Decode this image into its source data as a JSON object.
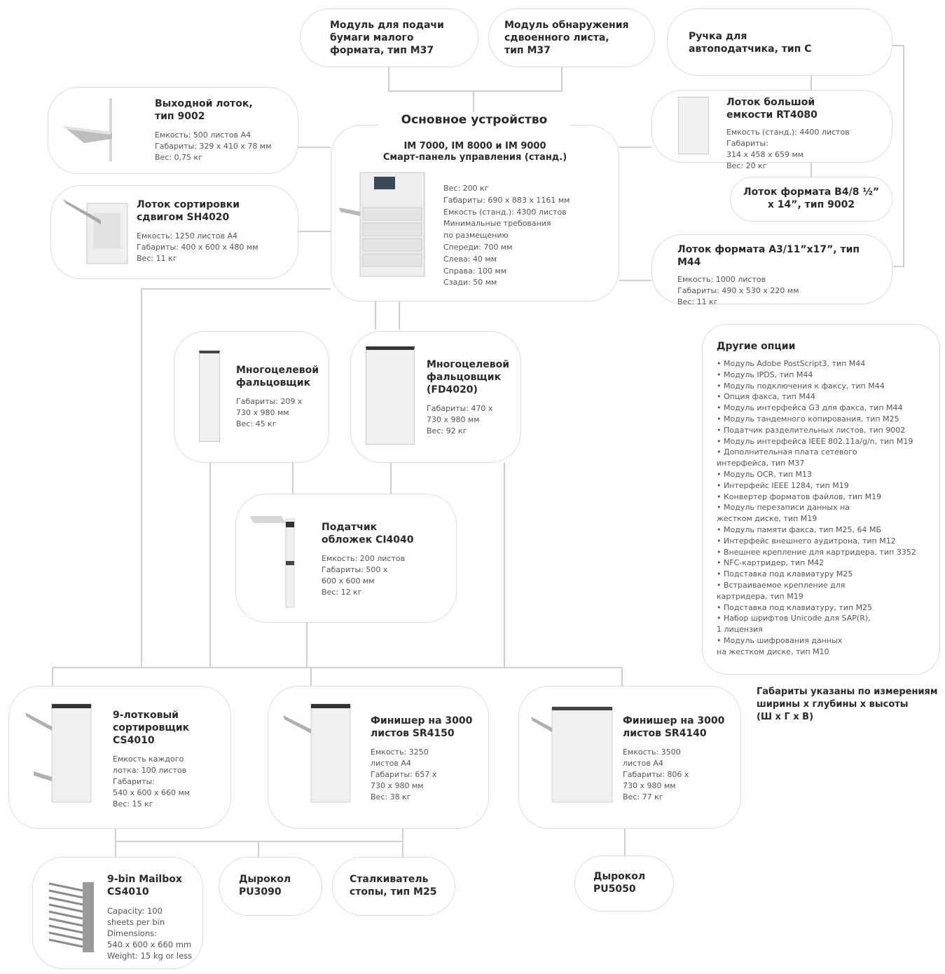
{
  "top_modules": {
    "small_paper": "Модуль для подачи\nбумаги малого\nформата, тип M37",
    "double_feed": "Модуль обнаружения\nсдвоенного листа,\nтип M37",
    "handle": "Ручка для\nавтоподатчика, тип C"
  },
  "main_unit": {
    "title": "Основное устройство",
    "models": "IM 7000, IM 8000 и IM 9000\nСмарт-панель управления (станд.)",
    "specs": "Вес: 200 кг\nГабариты: 690 x 883 x 1161 мм\nЕмкость (станд.): 4300 листов\nМинимальные требования\nпо размещению\nСпереди: 700 мм\nСлева: 40 мм\nСправа: 100 мм\nСзади: 50 мм"
  },
  "output_tray": {
    "title": "Выходной лоток,\nтип 9002",
    "specs": "Емкость: 500 листов A4\nГабариты: 329 x 410 x 78 мм\nВес: 0,75 кг"
  },
  "shift_tray": {
    "title": "Лоток сортировки\nсдвигом SH4020",
    "specs": "Емкость: 1250 листов A4\nГабариты: 400 x 600 x 480 мм\nВес: 11 кг"
  },
  "lct": {
    "title": "Лоток большой\nемкости RT4080",
    "specs": "Емкость (станд.): 4400 листов\nГабариты:\n314 x 458 x 659 мм\nВес: 20 кг"
  },
  "b4_tray": {
    "title": "Лоток формата B4/8 ½”\nx 14”, тип 9002"
  },
  "a3_tray": {
    "title": "Лоток формата A3/11”x17”, тип M44",
    "specs": "Емкость: 1000 листов\nГабариты: 490 x 530 x 220 мм\nВес: 11 кг"
  },
  "multi_folder": {
    "title": "Многоцелевой\nфальцовщик",
    "specs": "Габариты: 209 x\n730 x 980 мм\nВес: 45 кг"
  },
  "multi_folder_fd": {
    "title": "Многоцелевой\nфальцовщик\n(FD4020)",
    "specs": "Габариты: 470 x\n730 x 980 мм\nВес: 92 кг"
  },
  "cover_interposer": {
    "title": "Податчик\nобложек CI4040",
    "specs": "Емкость: 200 листов\nГабариты: 500 x\n600 x 600 мм\nВес: 12 кг"
  },
  "sorter": {
    "title": "9-лотковый\nсортировщик\nCS4010",
    "specs": "Емкость каждого\nлотка: 100 листов\nГабариты:\n540 x 600 x 660 мм\nВес: 15 кг"
  },
  "finisher_sr4150": {
    "title": "Финишер на 3000\nлистов SR4150",
    "specs": "Емкость: 3250\nлистов A4\nГабариты: 657 x\n730 x 980 мм\nВес: 38 кг"
  },
  "finisher_sr4140": {
    "title": "Финишер на 3000\nлистов SR4140",
    "specs": "Емкость: 3500\nлистов A4\nГабариты: 806 x\n730 x 980 мм\nВес: 77 кг"
  },
  "mailbox": {
    "title": "9-bin Mailbox\nCS4010",
    "specs": "Capacity: 100\nsheets per bin\nDimensions:\n540 x 600 x 660 mm\nWeight: 15 kg or less"
  },
  "punch_pu3090": {
    "title": "Дырокол\nPU3090"
  },
  "jogger": {
    "title": "Сталкиватель\nстопы,  тип M25"
  },
  "punch_pu5050": {
    "title": "Дырокол\nPU5050"
  },
  "other_options": {
    "title": "Другие опции",
    "items": [
      "• Модуль Adobe PostScript3, тип M44",
      "• Модуль IPDS, тип M44",
      "• Модуль подключения к факсу, тип M44",
      "• Опция факса, тип M44",
      "• Модуль интерфейса G3 для факса, тип M44",
      "• Модуль тандемного копирования, тип M25",
      "• Податчик разделительных листов, тип 9002",
      "• Модуль интерфейса IEEE 802.11a/g/n, тип M19",
      "• Дополнительная плата сетевого\nинтерфейса, тип M37",
      "• Модуль OCR, тип M13",
      "• Интерфейс IEEE 1284, тип M19",
      "• Конвертер форматов файлов, тип M19",
      "• Модуль перезаписи данных на\nжестком диске, тип M19",
      "• Модуль памяти факса, тип M25, 64 МБ",
      "• Интерфейс внешнего аудитрона, тип M12",
      "• Внешнее крепление для картридера, тип 3352",
      "• NFC-картридер, тип M42",
      "• Подставка под клавиатуру M25",
      "• Встраиваемое крепление для\nкартридера, тип M19",
      "• Подставка под клавиатуру, тип M25",
      "• Набор шрифтов Unicode для SAP(R),\n1 лицензия",
      "• Модуль шифрования данных\nна жестком диске, тип M10"
    ]
  },
  "dimensions_note": "Габариты указаны по измерениям\nширины x глубины x высоты\n(Ш x Г x В)"
}
